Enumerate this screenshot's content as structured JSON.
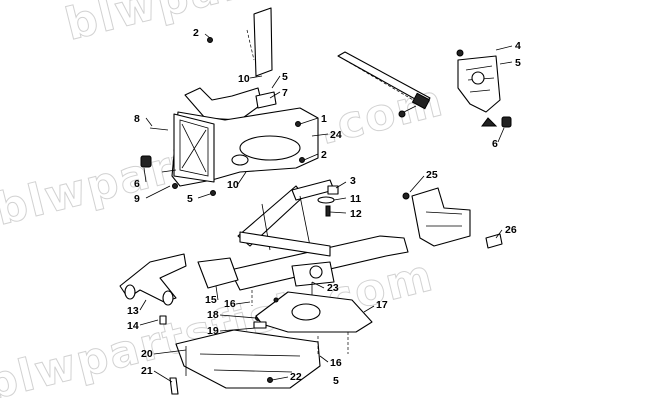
{
  "watermark": "blwpartsfish.com",
  "callouts": [
    "1",
    "2",
    "2",
    "3",
    "4",
    "5",
    "5",
    "5",
    "5",
    "6",
    "6",
    "7",
    "8",
    "9",
    "10",
    "10",
    "11",
    "12",
    "13",
    "14",
    "15",
    "16",
    "16",
    "17",
    "18",
    "19",
    "20",
    "21",
    "22",
    "23",
    "24",
    "25",
    "26"
  ]
}
